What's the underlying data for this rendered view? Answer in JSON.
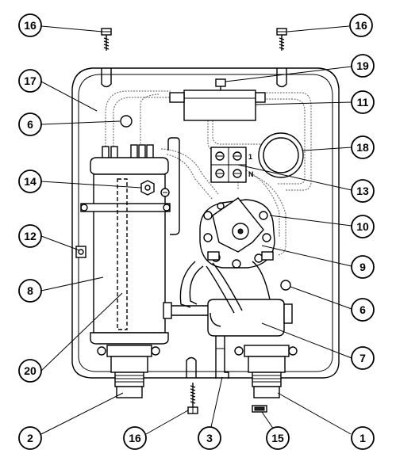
{
  "callouts": {
    "c16a": "16",
    "c16b": "16",
    "c17": "17",
    "c19": "19",
    "c6a": "6",
    "c11": "11",
    "c18": "18",
    "c14": "14",
    "c13": "13",
    "c10": "10",
    "c12": "12",
    "c9": "9",
    "c8": "8",
    "c6b": "6",
    "c7": "7",
    "c20": "20",
    "c2": "2",
    "c16c": "16",
    "c3": "3",
    "c15": "15",
    "c1": "1"
  },
  "terminal_labels": {
    "live": "1",
    "neutral": "N"
  }
}
